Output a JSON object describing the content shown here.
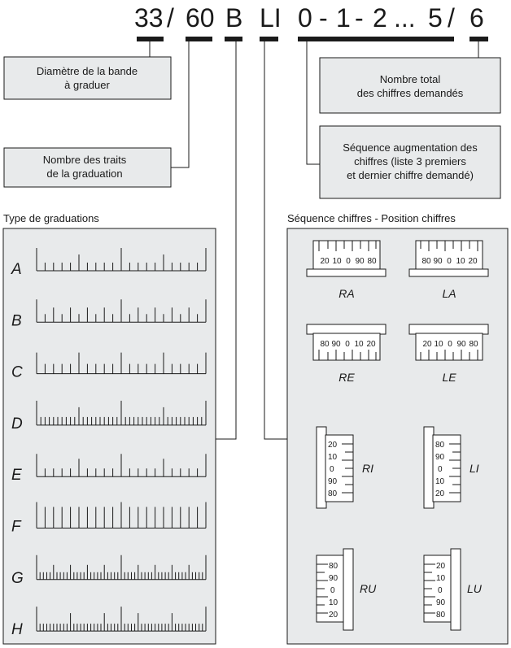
{
  "code": {
    "parts": [
      "33",
      "/",
      "60",
      "B",
      "LI",
      "0",
      "-",
      "1",
      "-",
      "2",
      "...",
      "5",
      "/",
      "6"
    ]
  },
  "boxes": {
    "diameter": [
      "Diamètre de la bande",
      "à graduer"
    ],
    "graduation_lines": [
      "Nombre des traits",
      "de la graduation"
    ],
    "total_digits": [
      "Nombre total",
      "des chiffres demandés"
    ],
    "sequence": [
      "Séquence augmentation des",
      "chiffres (liste 3 premiers",
      "et dernier chiffre demandé)"
    ]
  },
  "headers": {
    "graduation_types": "Type de graduations",
    "digit_sequence": "Séquence chiffres - Position chiffres"
  },
  "graduation_rows": [
    "A",
    "B",
    "C",
    "D",
    "E",
    "F",
    "G",
    "H"
  ],
  "dials": {
    "RA": {
      "label": "RA",
      "numbers": [
        "20",
        "10",
        "0",
        "90",
        "80"
      ]
    },
    "LA": {
      "label": "LA",
      "numbers": [
        "80",
        "90",
        "0",
        "10",
        "20"
      ]
    },
    "RE": {
      "label": "RE",
      "numbers": [
        "80",
        "90",
        "0",
        "10",
        "20"
      ]
    },
    "LE": {
      "label": "LE",
      "numbers": [
        "20",
        "10",
        "0",
        "90",
        "80"
      ]
    },
    "RI": {
      "label": "RI",
      "numbers": [
        "20",
        "10",
        "0",
        "90",
        "80"
      ]
    },
    "LI": {
      "label": "LI",
      "numbers": [
        "80",
        "90",
        "0",
        "10",
        "20"
      ]
    },
    "RU": {
      "label": "RU",
      "numbers": [
        "80",
        "90",
        "0",
        "10",
        "20"
      ]
    },
    "LU": {
      "label": "LU",
      "numbers": [
        "20",
        "10",
        "0",
        "90",
        "80"
      ]
    }
  },
  "colors": {
    "panel_fill": "#e8eaeb",
    "ink": "#1a1a1a"
  }
}
